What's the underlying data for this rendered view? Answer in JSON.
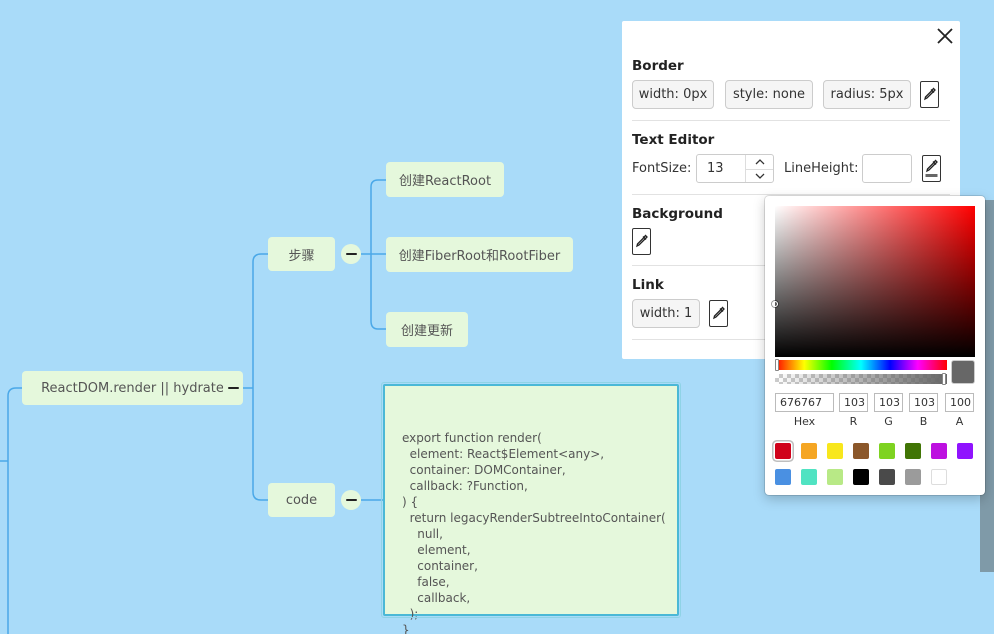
{
  "canvas": {
    "background": "#a9dbf9",
    "line_color": "#4aa8e8",
    "node_color": "#e5f8dc"
  },
  "mindmap": {
    "root": {
      "label": "ReactDOM.render || hydrate"
    },
    "branches": [
      {
        "label": "步骤"
      },
      {
        "label": "code"
      }
    ],
    "steps": [
      {
        "label": "创建ReactRoot"
      },
      {
        "label": "创建FiberRoot和RootFiber"
      },
      {
        "label": "创建更新"
      }
    ],
    "code_lines": [
      "export function render(",
      "  element: React$Element<any>,",
      "  container: DOMContainer,",
      "  callback: ?Function,",
      ") {",
      "  return legacyRenderSubtreeIntoContainer(",
      "    null,",
      "    element,",
      "    container,",
      "    false,",
      "    callback,",
      "  );",
      "}"
    ]
  },
  "style_panel": {
    "close_icon": "close-icon",
    "border": {
      "title": "Border",
      "width_label": "width: 0px",
      "style_label": "style: none",
      "radius_label": "radius: 5px"
    },
    "text_editor": {
      "title": "Text Editor",
      "fontsize_label": "FontSize:",
      "fontsize_value": "13",
      "lineheight_label": "LineHeight:",
      "lineheight_value": ""
    },
    "background": {
      "title": "Background"
    },
    "link": {
      "title": "Link",
      "width_label": "width: 1"
    }
  },
  "color_picker": {
    "current_color": "#676767",
    "hue_color": "#ff0000",
    "fields": [
      {
        "label": "Hex",
        "value": "676767"
      },
      {
        "label": "R",
        "value": "103"
      },
      {
        "label": "G",
        "value": "103"
      },
      {
        "label": "B",
        "value": "103"
      },
      {
        "label": "A",
        "value": "100"
      }
    ],
    "swatches": [
      "#d0021b",
      "#f5a623",
      "#f8e71c",
      "#8b572a",
      "#7ed321",
      "#417505",
      "#bd10e0",
      "#9013fe",
      "#4a90e2",
      "#50e3c2",
      "#b8e986",
      "#000000",
      "#4a4a4a",
      "#9b9b9b",
      "#ffffff"
    ],
    "selected_swatch": 0
  }
}
